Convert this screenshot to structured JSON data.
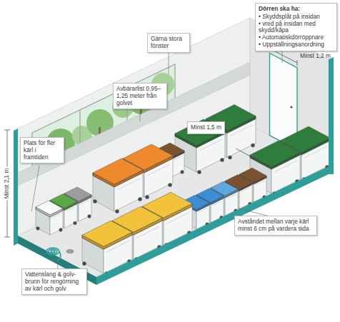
{
  "diagram": {
    "nodes": [
      {
        "text": [
          "Dörren ska ha:",
          "• Skyddsplåt på insidan",
          "• vred på insidan med skydd/kåpa",
          "• Automatiskdörröppnare",
          "• Uppställningsanordning"
        ]
      },
      {
        "text": [
          "Gärna stora fönster"
        ]
      },
      {
        "text": [
          "Avbärarlist 0,95–1,25 meter från golvet"
        ]
      },
      {
        "text": [
          "Plats för fler kärl i framtiden"
        ]
      },
      {
        "text": [
          "Minst 1,5 m"
        ]
      },
      {
        "text": [
          "Avståndet mellan varje kärl minst 6 cm på vardera sida"
        ]
      },
      {
        "text": [
          "Vattenslang & golv- brunn för rengörning av kärl och golv"
        ]
      }
    ],
    "labels": [
      "Minst 1,2 m",
      "Minst 2,1 m"
    ]
  }
}
